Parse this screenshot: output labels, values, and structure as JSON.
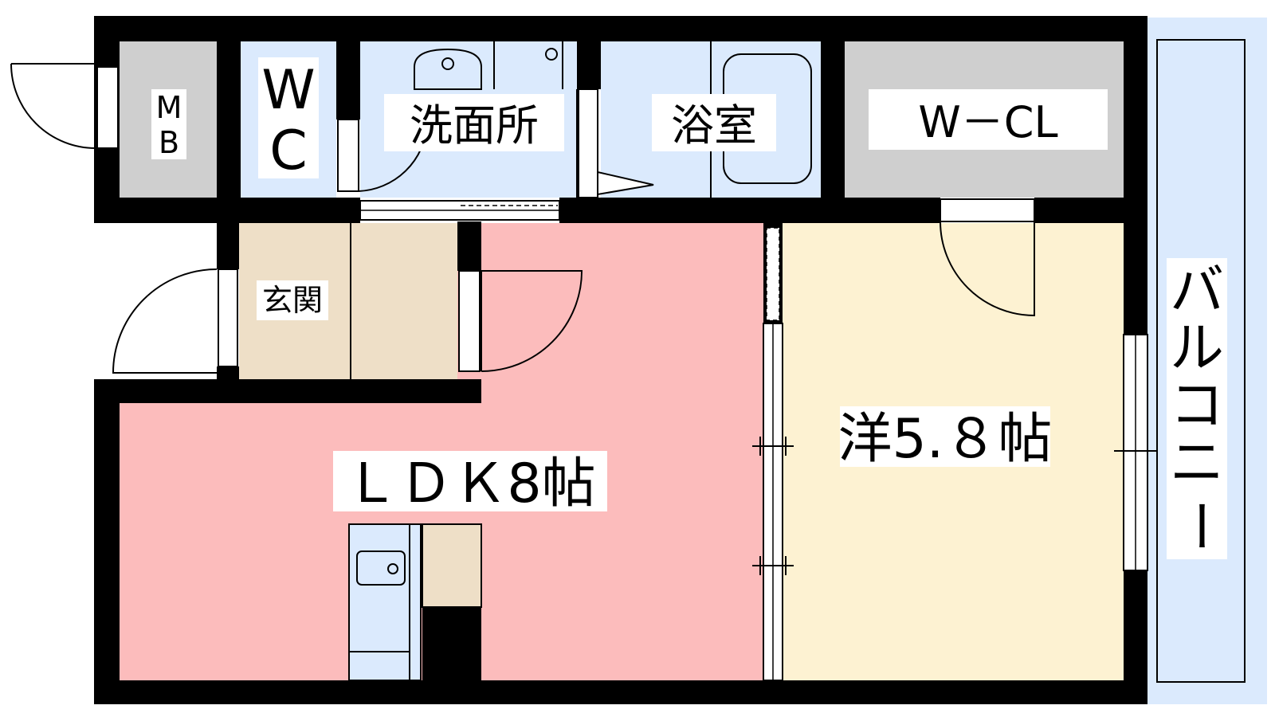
{
  "floorplan": {
    "rooms": {
      "mb": {
        "label": "MB",
        "line1": "M",
        "line2": "B",
        "color": "#cfcfcf"
      },
      "wc": {
        "label": "WC",
        "line1": "W",
        "line2": "C",
        "color": "#dbeafd"
      },
      "washroom": {
        "label": "洗面所",
        "color": "#dbeafd"
      },
      "bath": {
        "label": "浴室",
        "color": "#dbeafd"
      },
      "wcl": {
        "label": "W－CL",
        "color": "#cfcfcf"
      },
      "entrance": {
        "label": "玄関",
        "color": "#eedfc7"
      },
      "ldk": {
        "label": "ＬＤＫ8帖",
        "color": "#fcbcbc"
      },
      "western": {
        "label": "洋5.８帖",
        "color": "#fdf2d2"
      },
      "balcony": {
        "label": "バルコニー",
        "chars": [
          "バ",
          "ル",
          "コ",
          "ニ",
          "ー"
        ],
        "color": "#dbeafd"
      }
    },
    "colors": {
      "wall": "#000000",
      "kitchen_counter": "#dbeafd",
      "kitchen_storage": "#eedfc7"
    }
  }
}
